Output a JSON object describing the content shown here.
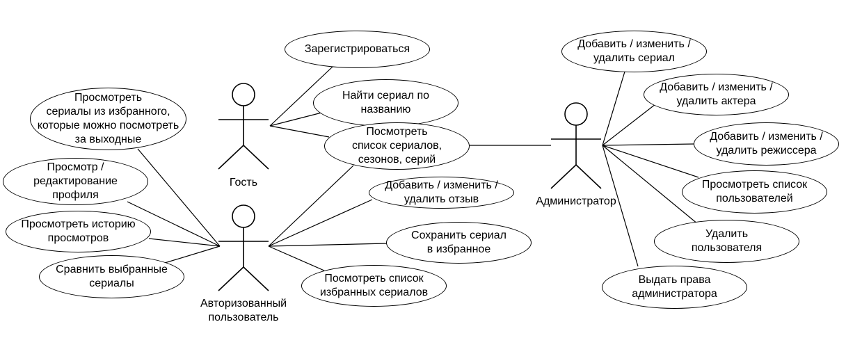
{
  "actors": {
    "guest": {
      "name": "Гость",
      "icon": "stick-figure-icon"
    },
    "auth_user": {
      "name": "Авторизованный\nпользователь",
      "icon": "stick-figure-icon"
    },
    "admin": {
      "name": "Администратор",
      "icon": "stick-figure-icon"
    }
  },
  "use_cases": {
    "register": "Зарегистрироваться",
    "find_series": "Найти сериал по\nназванию",
    "view_list": "Посмотреть\nсписок сериалов,\nсезонов, серий",
    "weekend_favorites": "Просмотреть\nсериалы из избранного,\nкоторые можно посмотреть\nза выходные",
    "edit_profile": "Просмотр /\nредактирование\nпрофиля",
    "view_history": "Просмотреть историю\nпросмотров",
    "compare_series": "Сравнить выбранные\nсериалы",
    "add_review": "Добавить / изменить /\nудалить отзыв",
    "save_favorite": "Сохранить сериал\nв избранное",
    "view_favorites": "Посмотреть список\nизбранных сериалов",
    "admin_series": "Добавить / изменить /\nудалить сериал",
    "admin_actor": "Добавить / изменить /\nудалить актера",
    "admin_director": "Добавить / изменить /\nудалить режиссера",
    "view_users": "Просмотреть список\nпользователей",
    "delete_user": "Удалить\nпользователя",
    "grant_admin": "Выдать права\nадминистратора"
  },
  "associations": [
    [
      "guest",
      "register"
    ],
    [
      "guest",
      "find_series"
    ],
    [
      "guest",
      "view_list"
    ],
    [
      "auth_user",
      "view_list"
    ],
    [
      "auth_user",
      "weekend_favorites"
    ],
    [
      "auth_user",
      "edit_profile"
    ],
    [
      "auth_user",
      "view_history"
    ],
    [
      "auth_user",
      "compare_series"
    ],
    [
      "auth_user",
      "add_review"
    ],
    [
      "auth_user",
      "save_favorite"
    ],
    [
      "auth_user",
      "view_favorites"
    ],
    [
      "admin",
      "view_list"
    ],
    [
      "admin",
      "admin_series"
    ],
    [
      "admin",
      "admin_actor"
    ],
    [
      "admin",
      "admin_director"
    ],
    [
      "admin",
      "view_users"
    ],
    [
      "admin",
      "delete_user"
    ],
    [
      "admin",
      "grant_admin"
    ]
  ]
}
